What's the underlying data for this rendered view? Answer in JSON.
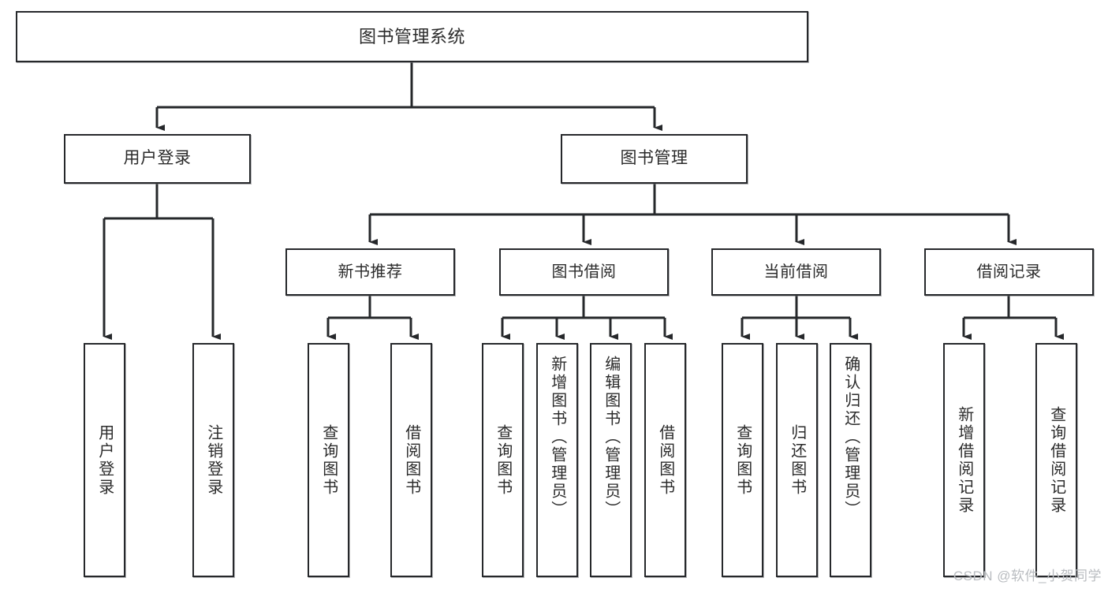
{
  "diagram": {
    "title": "图书管理系统",
    "watermark": "CSDN @软件_小贺同学",
    "colors": {
      "background": "#ffffff",
      "box_border": "#26282b",
      "box_fill": "#ffffff",
      "connector": "#26282b",
      "text": "#2b2b2b",
      "watermark": "#b9bcc0"
    },
    "nodes": {
      "root": {
        "label": "图书管理系统"
      },
      "tier1": [
        {
          "label": "用户登录"
        },
        {
          "label": "图书管理"
        }
      ],
      "tier2": [
        {
          "label": "新书推荐"
        },
        {
          "label": "图书借阅"
        },
        {
          "label": "当前借阅"
        },
        {
          "label": "借阅记录"
        }
      ],
      "leaves": {
        "user_login": [
          {
            "label": "用户登录"
          },
          {
            "label": "注销登录"
          }
        ],
        "new_book": [
          {
            "label": "查询图书"
          },
          {
            "label": "借阅图书"
          }
        ],
        "borrow_book": [
          {
            "label": "查询图书"
          },
          {
            "label": "新增图书（管理员）"
          },
          {
            "label": "编辑图书（管理员）"
          },
          {
            "label": "借阅图书"
          }
        ],
        "current_borrow": [
          {
            "label": "查询图书"
          },
          {
            "label": "归还图书"
          },
          {
            "label": "确认归还（管理员）"
          }
        ],
        "borrow_record": [
          {
            "label": "新增借阅记录"
          },
          {
            "label": "查询借阅记录"
          }
        ]
      }
    },
    "structure": {
      "type": "tree",
      "depth": 4,
      "edges": [
        {
          "from": "图书管理系统",
          "to": "用户登录"
        },
        {
          "from": "图书管理系统",
          "to": "图书管理"
        },
        {
          "from": "用户登录",
          "to": "用户登录"
        },
        {
          "from": "用户登录",
          "to": "注销登录"
        },
        {
          "from": "图书管理",
          "to": "新书推荐"
        },
        {
          "from": "图书管理",
          "to": "图书借阅"
        },
        {
          "from": "图书管理",
          "to": "当前借阅"
        },
        {
          "from": "图书管理",
          "to": "借阅记录"
        },
        {
          "from": "新书推荐",
          "to": "查询图书"
        },
        {
          "from": "新书推荐",
          "to": "借阅图书"
        },
        {
          "from": "图书借阅",
          "to": "查询图书"
        },
        {
          "from": "图书借阅",
          "to": "新增图书（管理员）"
        },
        {
          "from": "图书借阅",
          "to": "编辑图书（管理员）"
        },
        {
          "from": "图书借阅",
          "to": "借阅图书"
        },
        {
          "from": "当前借阅",
          "to": "查询图书"
        },
        {
          "from": "当前借阅",
          "to": "归还图书"
        },
        {
          "from": "当前借阅",
          "to": "确认归还（管理员）"
        },
        {
          "from": "借阅记录",
          "to": "新增借阅记录"
        },
        {
          "from": "借阅记录",
          "to": "查询借阅记录"
        }
      ]
    }
  }
}
